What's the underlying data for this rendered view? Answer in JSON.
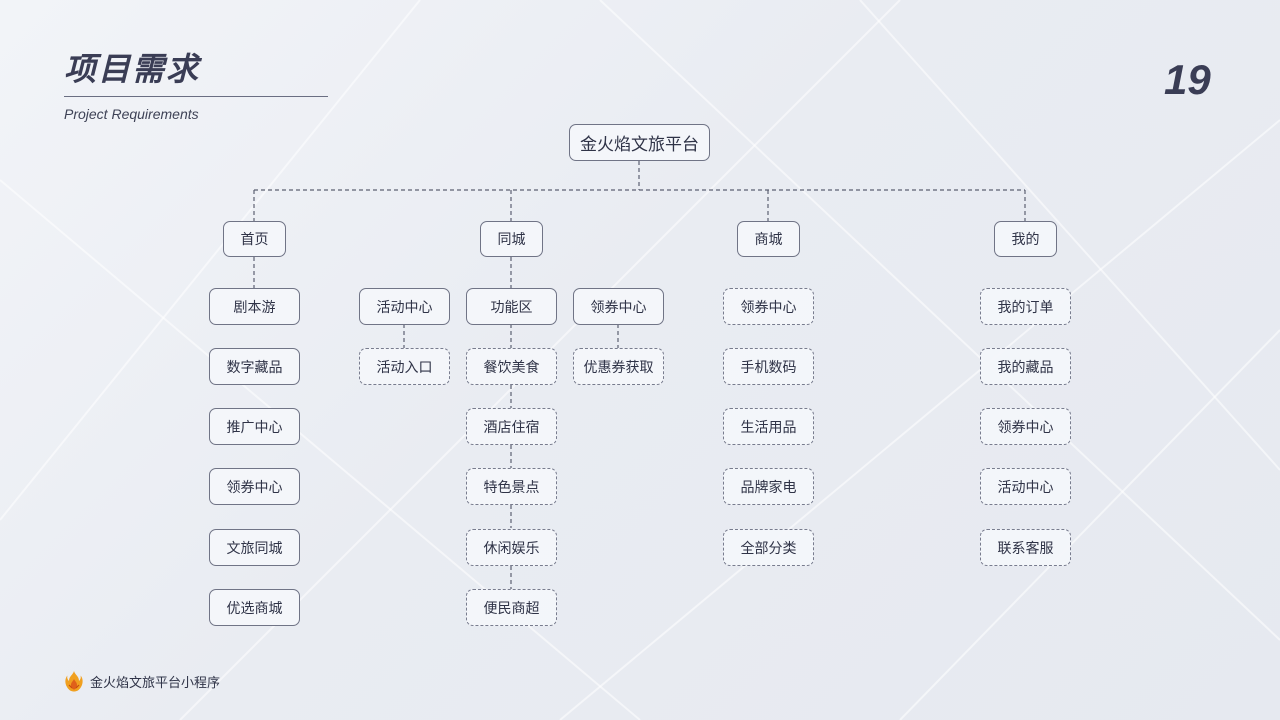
{
  "header": {
    "title": "项目需求",
    "subtitle": "Project Requirements",
    "page_number": "19"
  },
  "tree": {
    "root": "金火焰文旅平台",
    "sections": [
      {
        "label": "首页",
        "items": [
          "剧本游",
          "数字藏品",
          "推广中心",
          "领券中心",
          "文旅同城",
          "优选商城"
        ]
      },
      {
        "label": "同城",
        "columns": [
          {
            "head": "活动中心",
            "items": [
              "活动入口"
            ]
          },
          {
            "head": "功能区",
            "items": [
              "餐饮美食",
              "酒店住宿",
              "特色景点",
              "休闲娱乐",
              "便民商超"
            ]
          },
          {
            "head": "领券中心",
            "items": [
              "优惠券获取"
            ]
          }
        ]
      },
      {
        "label": "商城",
        "items": [
          "领券中心",
          "手机数码",
          "生活用品",
          "品牌家电",
          "全部分类"
        ]
      },
      {
        "label": "我的",
        "items": [
          "我的订单",
          "我的藏品",
          "领券中心",
          "活动中心",
          "联系客服"
        ]
      }
    ]
  },
  "footer": {
    "logo_icon": "flame-logo-icon",
    "text": "金火焰文旅平台小程序"
  },
  "colors": {
    "text": "#2f3347",
    "border": "#707486",
    "background": "#eceff4"
  }
}
